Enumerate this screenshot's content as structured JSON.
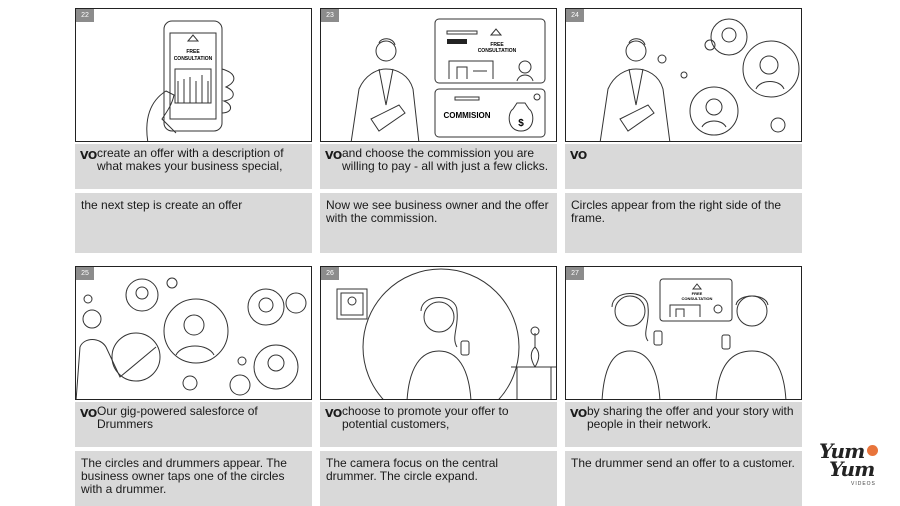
{
  "panels": [
    {
      "num": "22",
      "vo": "create an offer with a description of what makes your business special,",
      "note": "the next step is create an offer",
      "art_text": [
        "FREE",
        "CONSULTATION"
      ]
    },
    {
      "num": "23",
      "vo": "and choose the commission you are willing to pay - all with just a few clicks.",
      "note": "Now we see business owner and the offer with the commission.",
      "art_text": [
        "FREE",
        "CONSULTATION",
        "COMMISION",
        "$"
      ]
    },
    {
      "num": "24",
      "vo": "",
      "note": "Circles appear from the right side of the frame.",
      "art_text": []
    },
    {
      "num": "25",
      "vo": "Our gig-powered salesforce of Drummers",
      "note": "The circles and drummers appear. The business owner taps one of the circles with a drummer.",
      "art_text": []
    },
    {
      "num": "26",
      "vo": "choose to promote your offer to potential customers,",
      "note": "The camera focus on the central drummer. The circle expand.",
      "art_text": []
    },
    {
      "num": "27",
      "vo": "by sharing the offer and your story with people in their network.",
      "note": "The drummer send an offer to a customer.",
      "art_text": [
        "FREE",
        "CONSULTATION"
      ]
    }
  ],
  "vo_label": "VO",
  "logo": {
    "line1": "Yum",
    "line2": "Yum",
    "line3": "VIDEOS",
    "accent": "#e8743b"
  }
}
